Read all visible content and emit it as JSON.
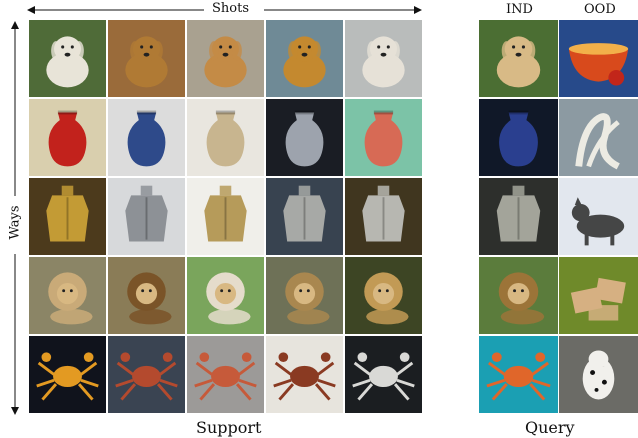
{
  "labels": {
    "shots": "Shots",
    "ways": "Ways",
    "support": "Support",
    "query": "Query",
    "ind": "IND",
    "ood": "OOD"
  },
  "support_rows": [
    {
      "class": "golden-retriever",
      "tiles": [
        {
          "icon": "dog-icon",
          "bg": "#4f6b38",
          "fg": "#e8e4d8"
        },
        {
          "icon": "dog-icon",
          "bg": "#9a6b3a",
          "fg": "#b07a34"
        },
        {
          "icon": "dog-icon",
          "bg": "#a9a190",
          "fg": "#c48b46"
        },
        {
          "icon": "dog-icon",
          "bg": "#6f8a96",
          "fg": "#c4892f"
        },
        {
          "icon": "dog-icon",
          "bg": "#b9bcbb",
          "fg": "#e6e1d7"
        }
      ]
    },
    {
      "class": "vase",
      "tiles": [
        {
          "icon": "vase-icon",
          "bg": "#d9cfae",
          "fg": "#c2221c"
        },
        {
          "icon": "vase-icon",
          "bg": "#dcdcdc",
          "fg": "#2e4a8a"
        },
        {
          "icon": "vase-icon",
          "bg": "#e9e6df",
          "fg": "#c8b58f"
        },
        {
          "icon": "vase-icon",
          "bg": "#1a1d24",
          "fg": "#9da3ad"
        },
        {
          "icon": "vase-icon",
          "bg": "#7cc3a7",
          "fg": "#d76a55"
        }
      ]
    },
    {
      "class": "armor",
      "tiles": [
        {
          "icon": "armor-icon",
          "bg": "#4c3a1c",
          "fg": "#c39b35"
        },
        {
          "icon": "armor-icon",
          "bg": "#d7d9db",
          "fg": "#8d9196"
        },
        {
          "icon": "armor-icon",
          "bg": "#f0efea",
          "fg": "#b69b5a"
        },
        {
          "icon": "armor-icon",
          "bg": "#384350",
          "fg": "#a7a9a6"
        },
        {
          "icon": "armor-icon",
          "bg": "#40361f",
          "fg": "#b7b7b1"
        }
      ]
    },
    {
      "class": "lion",
      "tiles": [
        {
          "icon": "lion-icon",
          "bg": "#8b8566",
          "fg": "#c9aa78"
        },
        {
          "icon": "lion-icon",
          "bg": "#8a7c57",
          "fg": "#7a5428"
        },
        {
          "icon": "lion-icon",
          "bg": "#7aa55c",
          "fg": "#e5dccb"
        },
        {
          "icon": "lion-icon",
          "bg": "#6e7157",
          "fg": "#a9874f"
        },
        {
          "icon": "lion-icon",
          "bg": "#3d4524",
          "fg": "#c29a55"
        }
      ]
    },
    {
      "class": "crab",
      "tiles": [
        {
          "icon": "crab-icon",
          "bg": "#10131c",
          "fg": "#e39a22"
        },
        {
          "icon": "crab-icon",
          "bg": "#3a4452",
          "fg": "#b44a2e"
        },
        {
          "icon": "crab-icon",
          "bg": "#9c9a98",
          "fg": "#c65a3a"
        },
        {
          "icon": "crab-icon",
          "bg": "#e7e4dd",
          "fg": "#8a3a22"
        },
        {
          "icon": "crab-icon",
          "bg": "#1b1e21",
          "fg": "#d9d9d6"
        }
      ]
    }
  ],
  "query_rows": [
    {
      "ind": {
        "icon": "dog-icon",
        "bg": "#4b6e33",
        "fg": "#d8ba86"
      },
      "ood": {
        "icon": "bowl-icon",
        "bg": "#274a8a",
        "fg": "#d84a1c"
      }
    },
    {
      "ind": {
        "icon": "vase-icon",
        "bg": "#101828",
        "fg": "#2a3f8f"
      },
      "ood": {
        "icon": "ribbon-icon",
        "bg": "#8c9aa2",
        "fg": "#ecebe3"
      }
    },
    {
      "ind": {
        "icon": "armor-icon",
        "bg": "#2d2f2c",
        "fg": "#a3a49a"
      },
      "ood": {
        "icon": "husky-icon",
        "bg": "#e2e7ee",
        "fg": "#454646"
      }
    },
    {
      "ind": {
        "icon": "lion-icon",
        "bg": "#5b7c3c",
        "fg": "#9c7438"
      },
      "ood": {
        "icon": "boxes-icon",
        "bg": "#6f8a2a",
        "fg": "#d6b082"
      }
    },
    {
      "ind": {
        "icon": "crab-icon",
        "bg": "#1b9fb3",
        "fg": "#e0662a"
      },
      "ood": {
        "icon": "dalmatian-icon",
        "bg": "#6b6b66",
        "fg": "#f1f0ec"
      }
    }
  ]
}
